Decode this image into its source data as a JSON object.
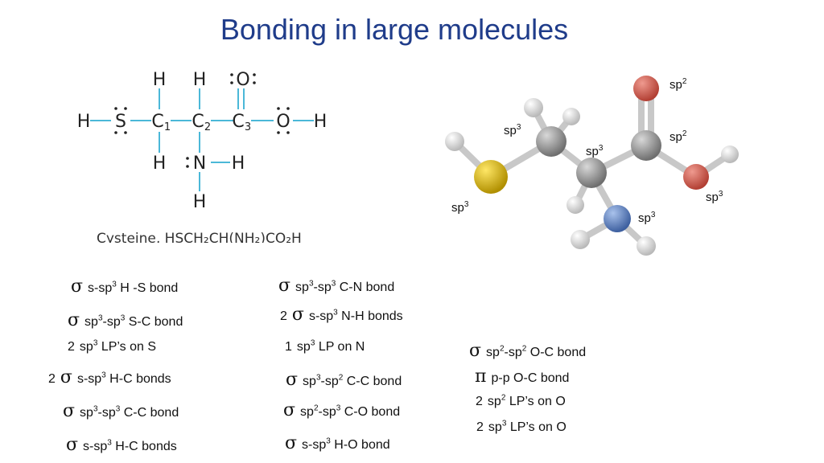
{
  "title": "Bonding in large molecules",
  "lewis": {
    "atoms": {
      "h_left": "H",
      "s": "S",
      "c1": "C",
      "c1_sub": "1",
      "c2": "C",
      "c2_sub": "2",
      "c3": "C",
      "c3_sub": "3",
      "o_single": "O",
      "h_right": "H",
      "h_c1_top": "H",
      "h_c1_bottom": "H",
      "h_c2_top": "H",
      "o_double": "O",
      "n": "N",
      "h_n_right": "H",
      "h_n_bottom": "H"
    },
    "caption": "Cysteine, HSCH₂CH(NH₂)CO₂H"
  },
  "model": {
    "labels": [
      "sp2",
      "sp3",
      "sp2",
      "sp3",
      "sp3",
      "sp3",
      "sp3"
    ],
    "colors": {
      "carbon": "#8c8c8c",
      "hydrogen": "#e6e6e6",
      "sulfur": "#d6b400",
      "oxygen": "#d05a4e",
      "nitrogen": "#5b7fbf"
    }
  },
  "bonds": {
    "col1": [
      {
        "sym": "σ",
        "pre": "",
        "text": "s-sp",
        "sup1": "3",
        "mid": "",
        "sup2": "",
        "post": " H -S bond"
      },
      {
        "sym": "σ",
        "pre": "",
        "text": "sp",
        "sup1": "3",
        "mid": "-sp",
        "sup2": "3",
        "post": " S-C bond"
      },
      {
        "sym": "",
        "pre": "2",
        "text": "sp",
        "sup1": "3",
        "mid": "",
        "sup2": "",
        "post": " LP’s on S"
      },
      {
        "sym": "σ",
        "pre": "2",
        "text": "s-sp",
        "sup1": "3",
        "mid": "",
        "sup2": "",
        "post": " H-C bonds"
      },
      {
        "sym": "σ",
        "pre": "",
        "text": "sp",
        "sup1": "3",
        "mid": "-sp",
        "sup2": "3",
        "post": " C-C bond"
      },
      {
        "sym": "σ",
        "pre": "",
        "text": "s-sp",
        "sup1": "3",
        "mid": "",
        "sup2": "",
        "post": " H-C bonds"
      }
    ],
    "col2": [
      {
        "sym": "σ",
        "pre": "",
        "text": "sp",
        "sup1": "3",
        "mid": "-sp",
        "sup2": "3",
        "post": " C-N bond"
      },
      {
        "sym": "σ",
        "pre": "2",
        "text": "s-sp",
        "sup1": "3",
        "mid": "",
        "sup2": "",
        "post": " N-H bonds"
      },
      {
        "sym": "",
        "pre": "1",
        "text": "sp",
        "sup1": "3",
        "mid": "",
        "sup2": "",
        "post": " LP on N"
      },
      {
        "sym": "σ",
        "pre": "",
        "text": "sp",
        "sup1": "3",
        "mid": "-sp",
        "sup2": "2",
        "post": " C-C bond"
      },
      {
        "sym": "σ",
        "pre": "",
        "text": "sp",
        "sup1": "2",
        "mid": "-sp",
        "sup2": "3",
        "post": " C-O bond"
      },
      {
        "sym": "σ",
        "pre": "",
        "text": "s-sp",
        "sup1": "3",
        "mid": "",
        "sup2": "",
        "post": " H-O bond"
      }
    ],
    "col3": [
      {
        "sym": "σ",
        "pre": "",
        "text": "sp",
        "sup1": "2",
        "mid": "-sp",
        "sup2": "2",
        "post": " O-C bond"
      },
      {
        "sym": "π",
        "pre": "",
        "text": "p-p O-C bond",
        "sup1": "",
        "mid": "",
        "sup2": "",
        "post": ""
      },
      {
        "sym": "",
        "pre": "2",
        "text": "sp",
        "sup1": "2",
        "mid": "",
        "sup2": "",
        "post": " LP’s on O"
      },
      {
        "sym": "",
        "pre": "2",
        "text": "sp",
        "sup1": "3",
        "mid": "",
        "sup2": "",
        "post": " LP’s on O"
      }
    ]
  }
}
